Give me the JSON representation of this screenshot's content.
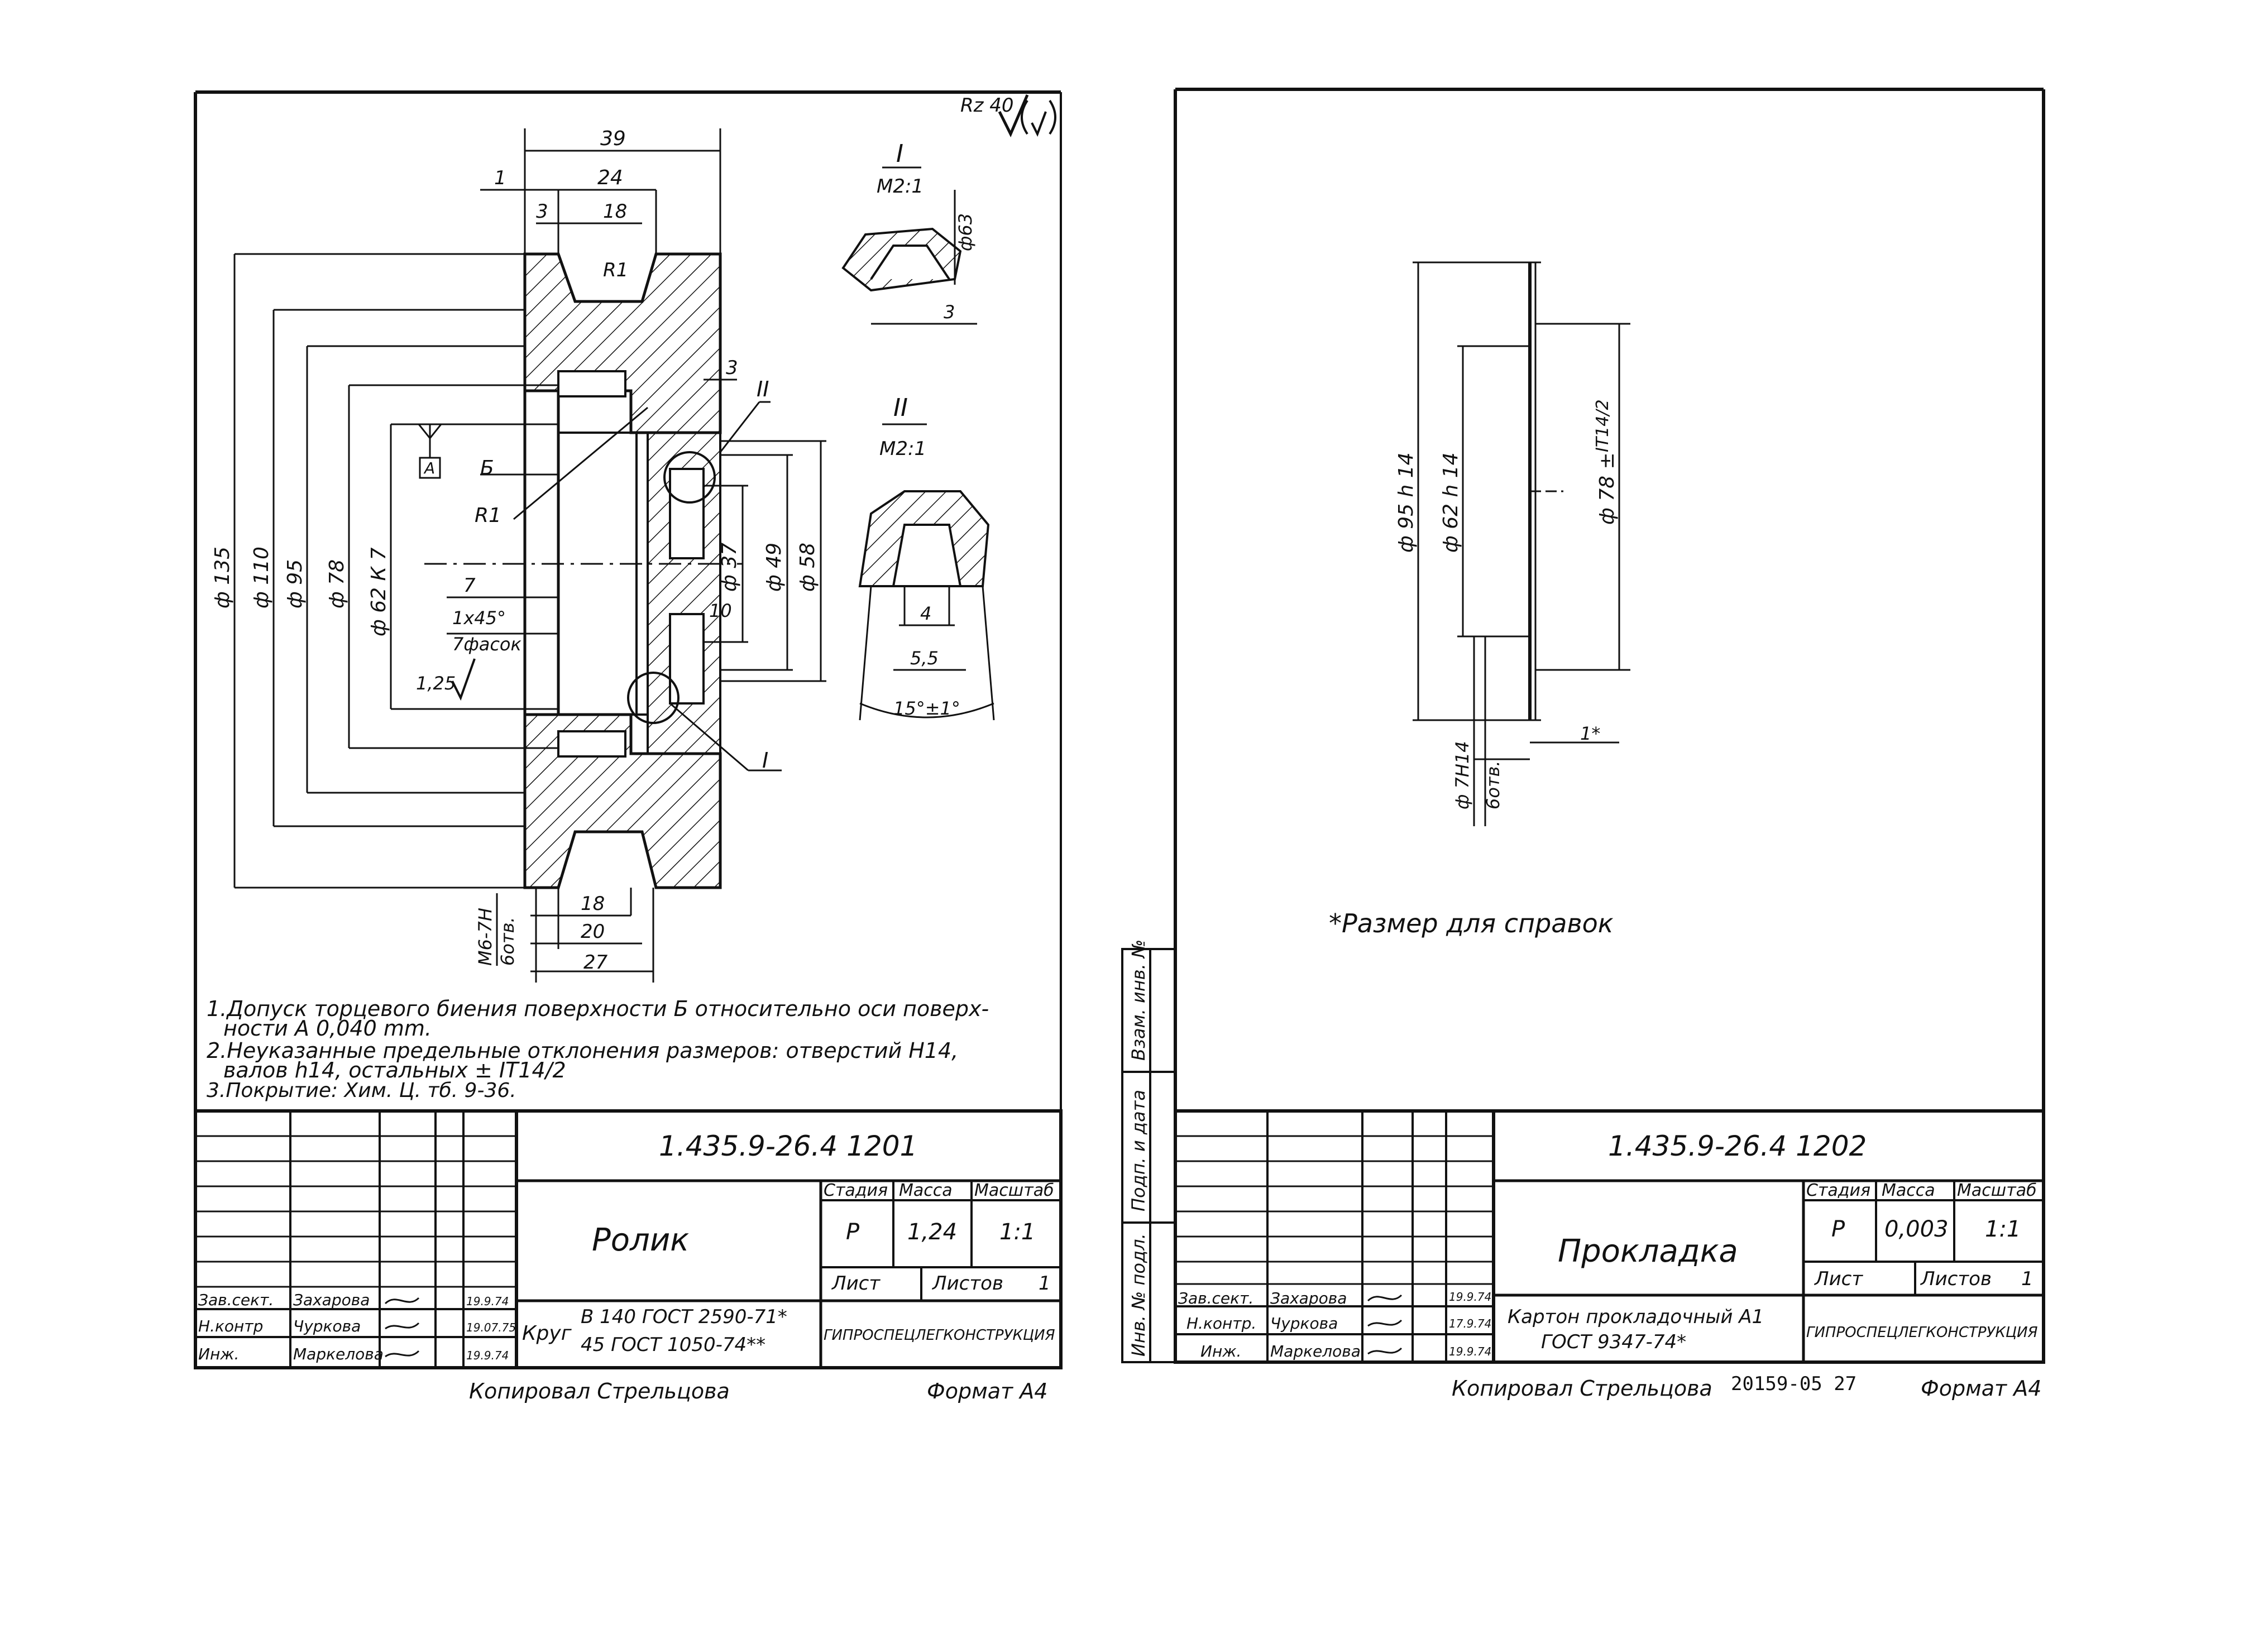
{
  "left_sheet": {
    "roughness_note": "Rz 40",
    "dims": {
      "d39": "39",
      "d24": "24",
      "d18_top": "18",
      "d3_top": "3",
      "d1": "1",
      "r1_groove": "R1",
      "d3_side": "3",
      "mark_II": "II",
      "mark_B": "Б",
      "r1_inner": "R1",
      "mark_A": "A",
      "d7": "7",
      "chamfer": "1x45°",
      "chamfer_note": "7фасок",
      "rough125": "1,25",
      "d135": "ф 135",
      "d110": "ф 110",
      "d95": "ф 95",
      "d78": "ф 78",
      "d62": "ф 62 К 7",
      "d37": "ф 37",
      "d49": "ф 49",
      "d58": "ф 58",
      "d10": "10",
      "mark_I": "I",
      "d18_bot": "18",
      "d20": "20",
      "d27": "27",
      "thread": "М6-7Н",
      "thread2": "6отв."
    },
    "detail_I": {
      "title": "I",
      "scale": "М2:1",
      "dim_d63": "ф63",
      "dim_3": "3"
    },
    "detail_II": {
      "title": "II",
      "scale": "М2:1",
      "dim_4": "4",
      "dim_55": "5,5",
      "angle": "15°±1°"
    },
    "notes": [
      "1.Допуск торцевого биения поверхности Б относительно оси поверх-",
      "ности А 0,040 mm.",
      "2.Неуказанные предельные отклонения размеров: отверстий Н14,",
      "валов h14, остальных ± IT14/2",
      "3.Покрытие: Хим. Ц. тб. 9-36."
    ],
    "title_block": {
      "doc_number": "1.435.9-26.4    1201",
      "name": "Ролик",
      "stage_h": "Стадия",
      "mass_h": "Масса",
      "scale_h": "Масштаб",
      "stage": "Р",
      "mass": "1,24",
      "scale": "1:1",
      "sheet_h": "Лист",
      "sheets_h": "Листов",
      "sheets": "1",
      "material_1": "В 140 ГОСТ 2590-71*",
      "material_2": "45 ГОСТ 1050-74**",
      "material_prefix": "Круг",
      "org": "ГИПРОСПЕЦЛЕГКОНСТРУКЦИЯ",
      "roles": [
        "Зав.сект.",
        "Н.контр",
        "Инж."
      ],
      "names": [
        "Захарова",
        "Чуркова",
        "Маркелова"
      ],
      "dates": [
        "19.9.74",
        "19.07.75",
        "19.9.74"
      ]
    },
    "copied_by": "Копировал Стрельцова",
    "format": "Формат А4"
  },
  "right_sheet": {
    "dims": {
      "d95": "ф 95 h 14",
      "d62": "ф 62 h 14",
      "d78": "ф 78 ±",
      "it_frac": "IT14/2",
      "d7": "ф 7Н14",
      "holes": "6отв.",
      "t14": "1*"
    },
    "reference_note": "*Размер для справок",
    "side_labels": [
      "Взам. инв. №",
      "Подп. и дата",
      "Инв. № подл."
    ],
    "title_block": {
      "doc_number": "1.435.9-26.4    1202",
      "name": "Прокладка",
      "stage_h": "Стадия",
      "mass_h": "Масса",
      "scale_h": "Масштаб",
      "stage": "Р",
      "mass": "0,003",
      "scale": "1:1",
      "sheet_h": "Лист",
      "sheets_h": "Листов",
      "sheets": "1",
      "material_1": "Картон прокладочный А1",
      "material_2": "ГОСТ 9347-74*",
      "org": "ГИПРОСПЕЦЛЕГКОНСТРУКЦИЯ",
      "roles": [
        "Зав.сект.",
        "Н.контр.",
        "Инж."
      ],
      "names": [
        "Захарова",
        "Чуркова",
        "Маркелова"
      ],
      "dates": [
        "19.9.74",
        "17.9.74",
        "19.9.74"
      ]
    },
    "copied_by": "Копировал Стрельцова",
    "stamp": "20159-05   27",
    "format": "Формат А4"
  }
}
